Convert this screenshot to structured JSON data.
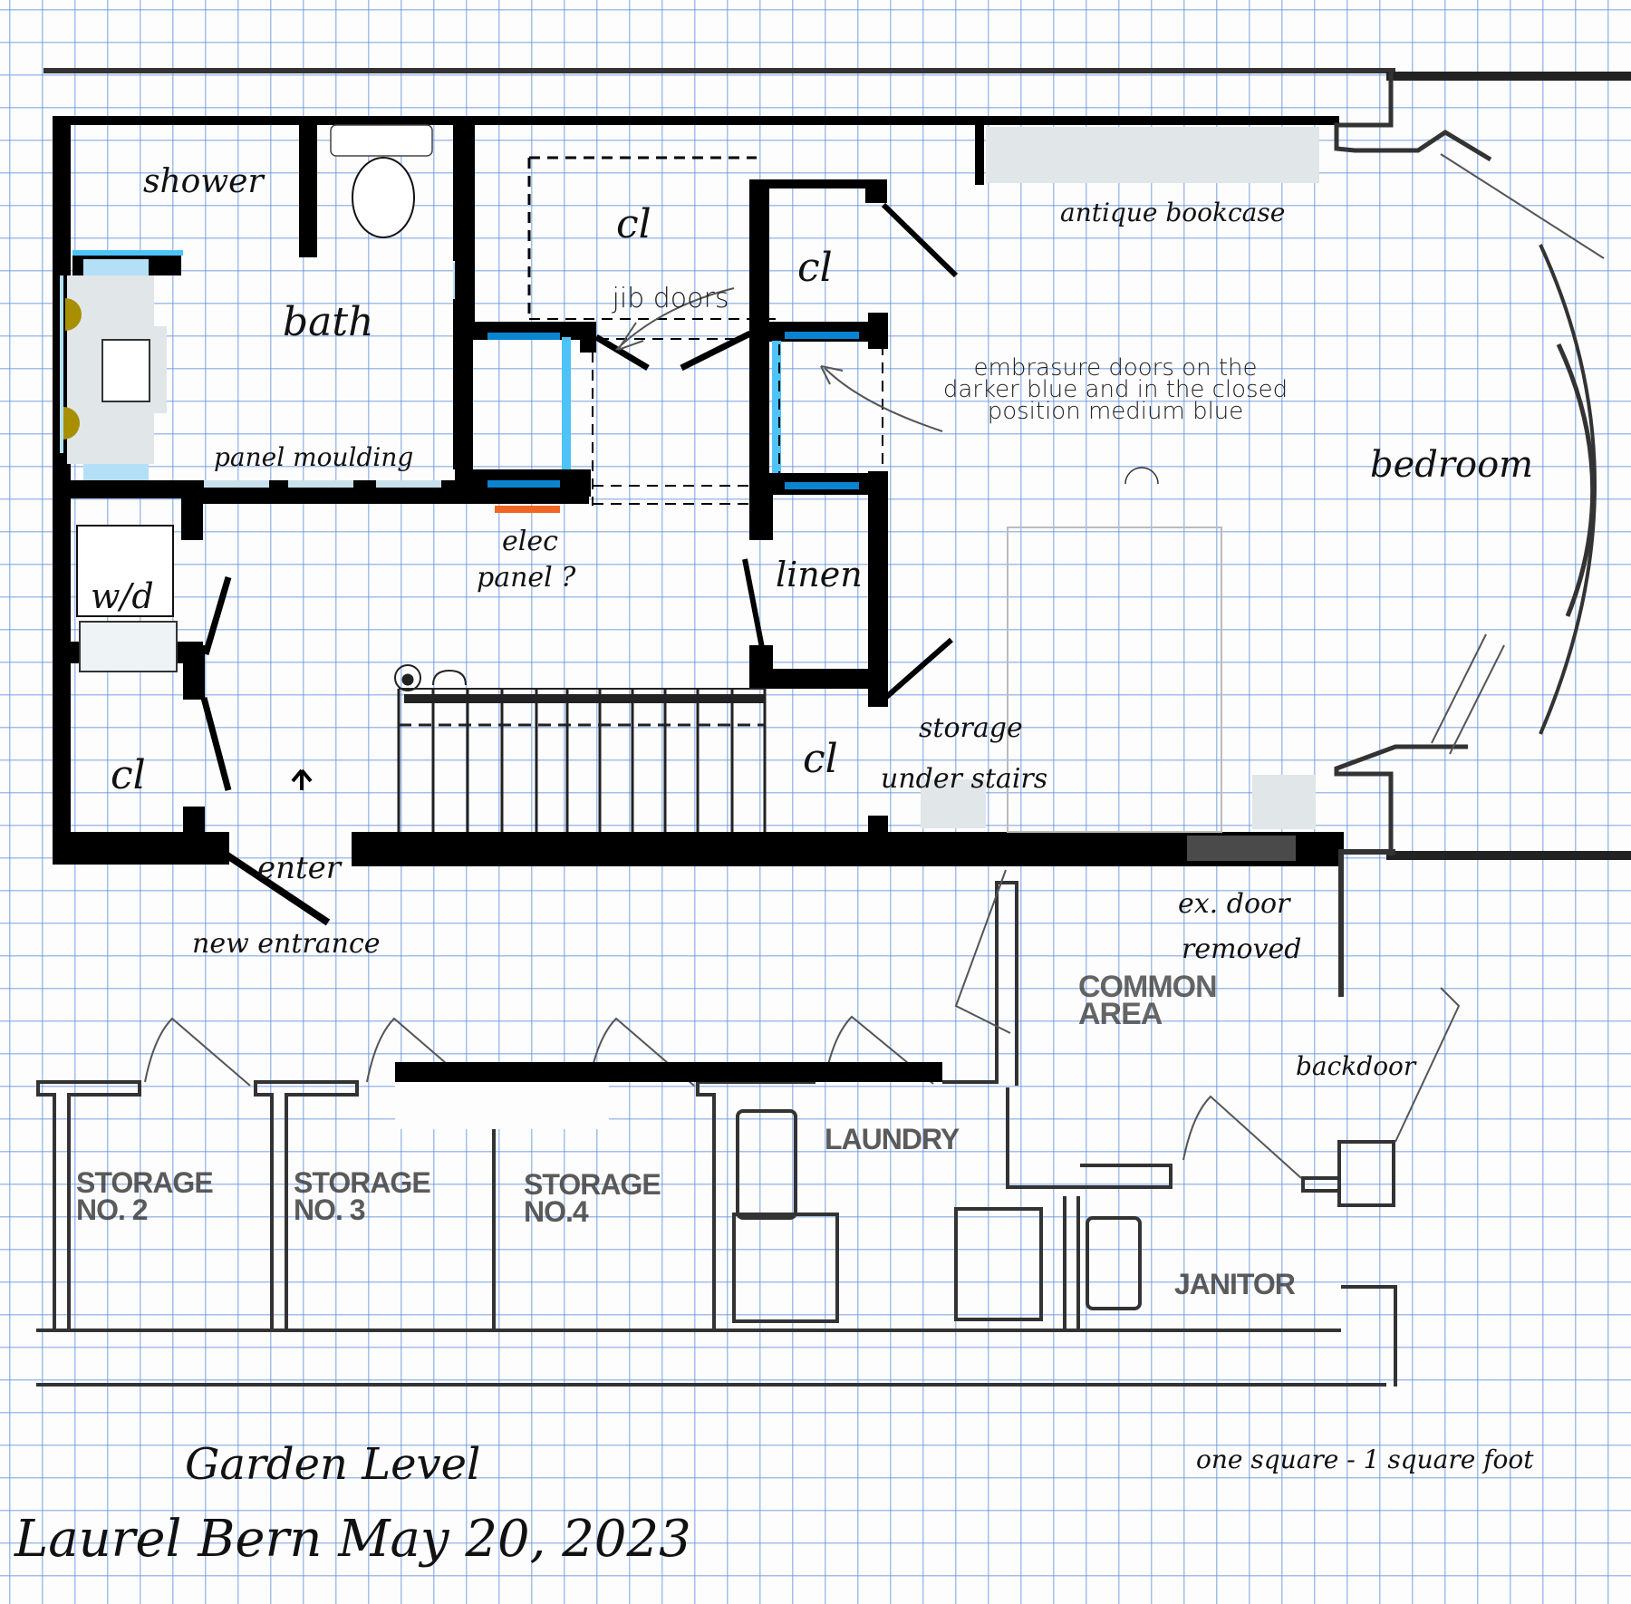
{
  "title": {
    "level": "Garden Level",
    "author_date": "Laurel Bern May 20, 2023",
    "scale_note": "one square - 1 square foot"
  },
  "colors": {
    "wall": "#000000",
    "grid": "#5a8cdc",
    "embrasure_dark_blue": "#0a84d0",
    "embrasure_medium_blue": "#4fc3f7",
    "light_blue": "#b3e0f7",
    "elec_panel": "#f26522",
    "sconce": "#a88f00",
    "furniture_gray": "#e1e6e9"
  },
  "rooms": {
    "shower": "shower",
    "bath": "bath",
    "closet_top": "cl",
    "closet_top_right": "cl",
    "closet_left": "cl",
    "closet_under": "cl",
    "washer_dryer": "w/d",
    "linen": "linen",
    "bedroom": "bedroom",
    "storage_under_stairs_1": "storage",
    "storage_under_stairs_2": "under stairs"
  },
  "annotations": {
    "panel_moulding": "panel moulding",
    "jib_doors": "jib doors",
    "elec_1": "elec",
    "elec_2": "panel ?",
    "antique_bookcase": "antique bookcase",
    "embrasure_note": "embrasure doors on the darker blue and in the closed position medium blue",
    "enter": "enter",
    "new_entrance": "new entrance",
    "ex_door_1": "ex. door",
    "ex_door_2": "removed",
    "backdoor": "backdoor"
  },
  "legacy_plan": {
    "common_area": "COMMON AREA",
    "laundry": "LAUNDRY",
    "janitor": "JANITOR",
    "storage_units": [
      {
        "line1": "STORAGE",
        "line2": "NO. 2"
      },
      {
        "line1": "STORAGE",
        "line2": "NO. 3"
      },
      {
        "line1": "STORAGE",
        "line2": "NO.4"
      }
    ]
  }
}
